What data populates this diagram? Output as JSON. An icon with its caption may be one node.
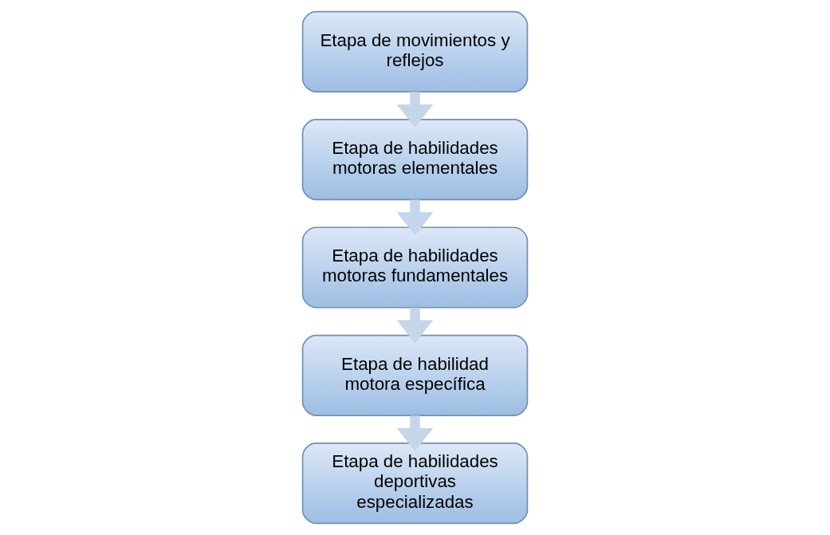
{
  "diagram": {
    "nodes": [
      {
        "text": [
          "Etapa de movimientos y reflejos"
        ]
      },
      {
        "text": [
          "Etapa de habilidades motoras elementales"
        ]
      },
      {
        "text": [
          "Etapa de habilidades motoras fundamentales"
        ]
      },
      {
        "text": [
          "Etapa de habilidad motora específica"
        ]
      },
      {
        "text": [
          "Etapa de habilidades deportivas especializadas"
        ]
      }
    ],
    "edges": [
      {
        "from": 0,
        "to": 1,
        "arrow": "to"
      },
      {
        "from": 1,
        "to": 2,
        "arrow": "to"
      },
      {
        "from": 2,
        "to": 3,
        "arrow": "to"
      },
      {
        "from": 3,
        "to": 4,
        "arrow": "to"
      }
    ]
  }
}
